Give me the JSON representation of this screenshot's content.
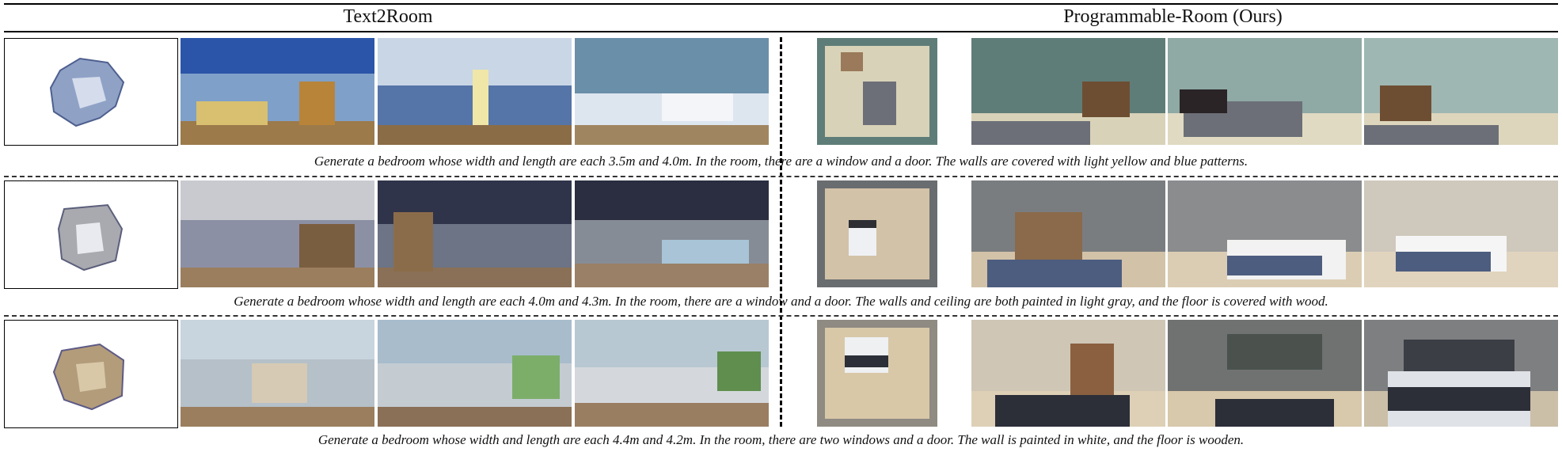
{
  "headers": {
    "left": "Text2Room",
    "right": "Programmable-Room (Ours)"
  },
  "rows": [
    {
      "caption": "Generate a bedroom whose width and length are each 3.5m and 4.0m. In the room, there are a window and a door. The walls are covered with light yellow and blue patterns.",
      "theme": {
        "wall": "#5f7d78",
        "floor": "#d8d2b8",
        "bed": "#6c6f78",
        "t2r_sky": "#2a55a8",
        "t2r_base": "#7fa0c8"
      }
    },
    {
      "caption": "Generate a bedroom whose width and length are each 4.0m and 4.3m. In the room, there are a window and a door. The walls and ceiling are both painted in light gray, and the floor is covered with wood.",
      "theme": {
        "wall": "#7a7d80",
        "floor": "#d2c2a8",
        "bed": "#4d5d80",
        "t2r_sky": "#30344a",
        "t2r_base": "#9a8c7a"
      }
    },
    {
      "caption": "Generate a bedroom whose width and length are each 4.4m and 4.2m. In the room, there are two windows and a door. The wall is painted in white, and the floor is wooden.",
      "theme": {
        "wall": "#c9c0b0",
        "floor": "#d8c8a8",
        "bed": "#2c2e38",
        "t2r_sky": "#7c98ae",
        "t2r_base": "#b09a78"
      }
    }
  ]
}
